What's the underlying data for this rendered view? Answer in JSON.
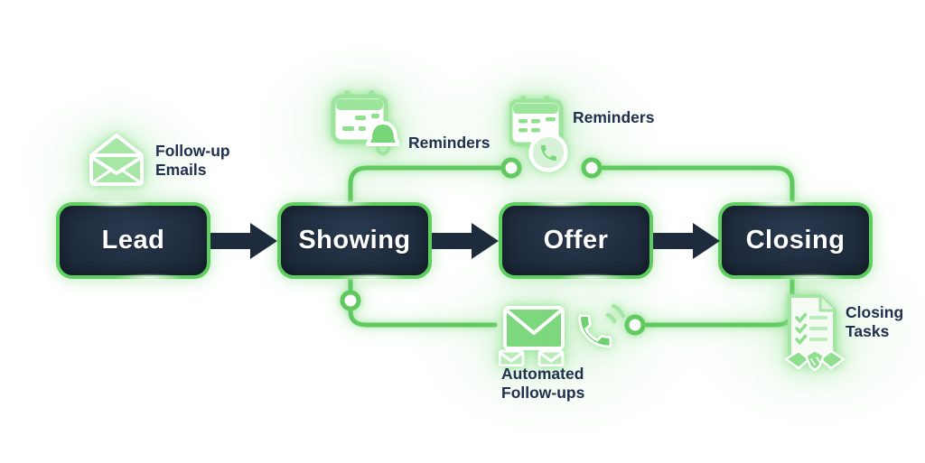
{
  "diagram": {
    "stages": [
      {
        "label": "Lead"
      },
      {
        "label": "Showing"
      },
      {
        "label": "Offer"
      },
      {
        "label": "Closing"
      }
    ],
    "annotations": [
      {
        "id": "follow-up-emails",
        "label": "Follow-up Emails",
        "icon": "envelope-open-icon"
      },
      {
        "id": "reminders-showing",
        "label": "Reminders",
        "icon": "calendar-bell-icon"
      },
      {
        "id": "reminders-offer",
        "label": "Reminders",
        "icon": "calendar-phone-icon"
      },
      {
        "id": "automated-follow-ups",
        "label": "Automated Follow-ups",
        "icon": "envelopes-and-phone-icons"
      },
      {
        "id": "closing-tasks",
        "label": "Closing Tasks",
        "icon": "document-handshake-icon"
      }
    ],
    "colors": {
      "box_fill": "#1e2b3c",
      "box_border": "#5ecf5e",
      "connector_green": "#5fc95f",
      "icon_green": "#7dd87d",
      "icon_green_light": "#9de49d",
      "label_navy": "#21304f",
      "stage_text": "#ffffff",
      "arrow_navy": "#1e2b3c"
    }
  }
}
